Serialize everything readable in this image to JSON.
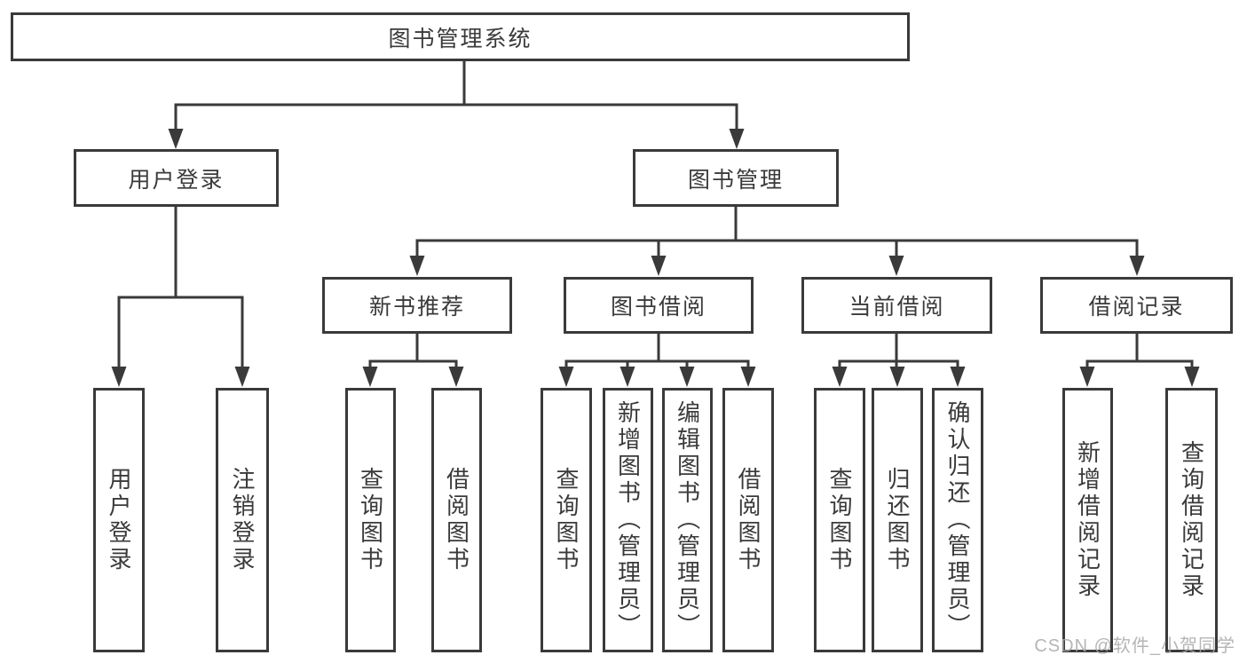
{
  "diagram_title": "图书管理系统",
  "nodes": {
    "root": "图书管理系统",
    "user_login": "用户登录",
    "book_manage": "图书管理",
    "new_book": "新书推荐",
    "book_borrow": "图书借阅",
    "current_borrow": "当前借阅",
    "borrow_record": "借阅记录"
  },
  "leaves": {
    "user": [
      "用户登录",
      "注销登录"
    ],
    "new_book": [
      "查询图书",
      "借阅图书"
    ],
    "book_borrow": [
      "查询图书",
      "新增图书（管理员）",
      "编辑图书（管理员）",
      "借阅图书"
    ],
    "current": [
      "查询图书",
      "归还图书",
      "确认归还（管理员）"
    ],
    "records": [
      "新增借阅记录",
      "查询借阅记录"
    ]
  },
  "watermark": "CSDN @软件_小贺同学",
  "colors": {
    "line": "#3a3a3a",
    "text": "#3a3a3a",
    "box_background": "#ffffff",
    "watermark": "#a8a8a8"
  }
}
